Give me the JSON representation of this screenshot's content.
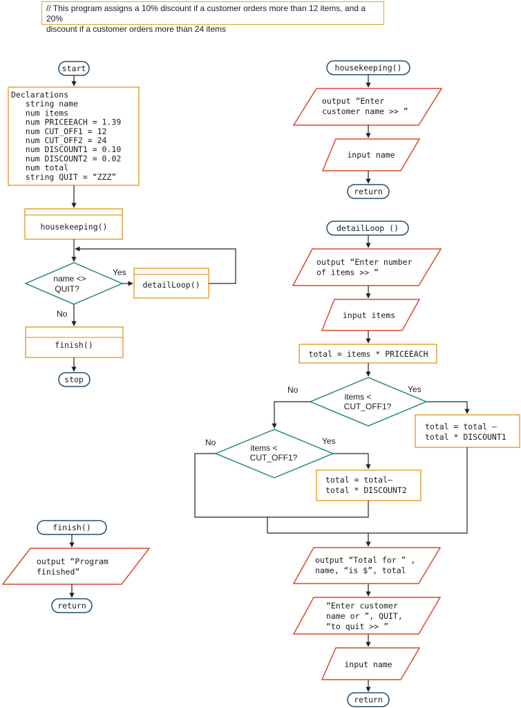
{
  "comment": {
    "line1": "// This program assigns a 10% discount if a customer orders more than 12 items, and a 20%",
    "line2": "discount if a customer orders more than 24 items"
  },
  "main": {
    "start": "start",
    "declarations": [
      "Declarations",
      "   string name",
      "   num items",
      "   num PRICEEACH = 1.39",
      "   num CUT_OFF1 = 12",
      "   num CUT_OFF2 = 24",
      "   num DISCOUNT1 = 0.10",
      "   num DISCOUNT2 = 0.02",
      "   num total",
      "   string QUIT = “ZZZ”"
    ],
    "housekeeping_call": "housekeeping()",
    "decision_line1": "name <>",
    "decision_line2": "QUIT?",
    "yes": "Yes",
    "no": "No",
    "detailloop_call": "detailLoop()",
    "finish_call": "finish()",
    "stop": "stop"
  },
  "housekeeping": {
    "title": "housekeeping()",
    "output_line1": "output “Enter",
    "output_line2": "customer name >> ”",
    "input": "input name",
    "return": "return"
  },
  "detailloop": {
    "title": "detailLoop ()",
    "output_line1": "output “Enter number",
    "output_line2": "of items >> ”",
    "input": "input items",
    "total": "total = items * PRICEEACH",
    "d1_line1": "items <",
    "d1_line2": "CUT_OFF1?",
    "d1_yes": "Yes",
    "d1_no": "No",
    "disc1_line1": "total = total –",
    "disc1_line2": "total * DISCOUNT1",
    "d2_line1": "items <",
    "d2_line2": "CUT_OFF1?",
    "d2_yes": "Yes",
    "d2_no": "No",
    "disc2_line1": "total = total–",
    "disc2_line2": "total * DISCOUNT2",
    "out_line1": "output “Total for ” ,",
    "out_line2": "name, “is $”, total",
    "prompt_line1": "“Enter customer",
    "prompt_line2": "name or ”, QUIT,",
    "prompt_line3": "“to quit >> ”",
    "input2": "input name",
    "return": "return"
  },
  "finish": {
    "title": "finish()",
    "output_line1": "output “Program",
    "output_line2": "finished”",
    "return": "return"
  },
  "colors": {
    "terminal": "#1f4e6e",
    "process": "#e8a030",
    "io": "#d9482b",
    "decision": "#2a8a8a",
    "line": "#222222"
  }
}
